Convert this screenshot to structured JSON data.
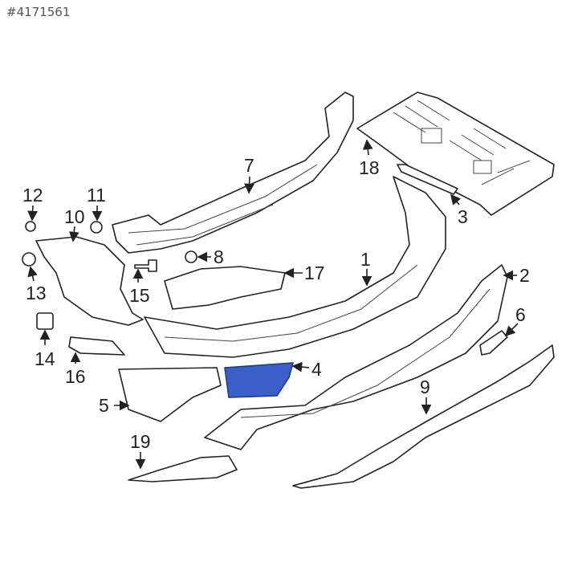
{
  "catalog_number": "#4171561",
  "highlight_color": "#3a5fc8",
  "callouts": [
    {
      "id": "1",
      "label": "1"
    },
    {
      "id": "2",
      "label": "2"
    },
    {
      "id": "3",
      "label": "3"
    },
    {
      "id": "4",
      "label": "4",
      "highlighted": true
    },
    {
      "id": "5",
      "label": "5"
    },
    {
      "id": "6",
      "label": "6"
    },
    {
      "id": "7",
      "label": "7"
    },
    {
      "id": "8",
      "label": "8"
    },
    {
      "id": "9",
      "label": "9"
    },
    {
      "id": "10",
      "label": "10"
    },
    {
      "id": "11",
      "label": "11"
    },
    {
      "id": "12",
      "label": "12"
    },
    {
      "id": "13",
      "label": "13"
    },
    {
      "id": "14",
      "label": "14"
    },
    {
      "id": "15",
      "label": "15"
    },
    {
      "id": "16",
      "label": "16"
    },
    {
      "id": "17",
      "label": "17"
    },
    {
      "id": "18",
      "label": "18"
    },
    {
      "id": "19",
      "label": "19"
    }
  ]
}
